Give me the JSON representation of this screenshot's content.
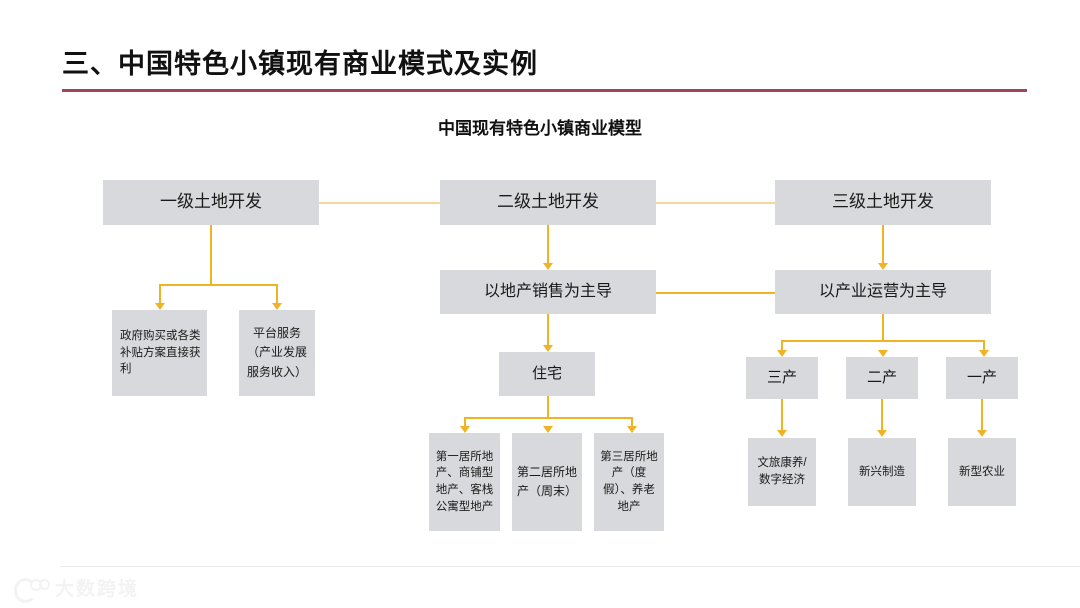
{
  "header": {
    "title": "三、中国特色小镇现有商业模式及实例",
    "rule_color": "#9e4558"
  },
  "chart_title": "中国现有特色小镇商业模型",
  "theme": {
    "node_fill": "#d7d9dc",
    "connector": "#f0b323",
    "text": "#1a1a1a"
  },
  "nodes": {
    "tier1": "一级土地开发",
    "tier2": "二级土地开发",
    "tier3": "三级土地开发",
    "gov_subsidy": "政府购买或各类补贴方案直接获利",
    "platform_service": "平台服务（产业发展服务收入）",
    "realestate_led": "以地产销售为主导",
    "industry_led": "以产业运营为主导",
    "residence": "住宅",
    "res_first": "第一居所地产、商铺型地产、客栈公寓型地产",
    "res_second": "第二居所地产（周末）",
    "res_third": "第三居所地产（度假）、养老地产",
    "sector3": "三产",
    "sector2": "二产",
    "sector1": "一产",
    "sector3_detail": "文旅康养/数字经济",
    "sector2_detail": "新兴制造",
    "sector1_detail": "新型农业"
  },
  "footer": {
    "watermark_text": "大数跨境"
  }
}
